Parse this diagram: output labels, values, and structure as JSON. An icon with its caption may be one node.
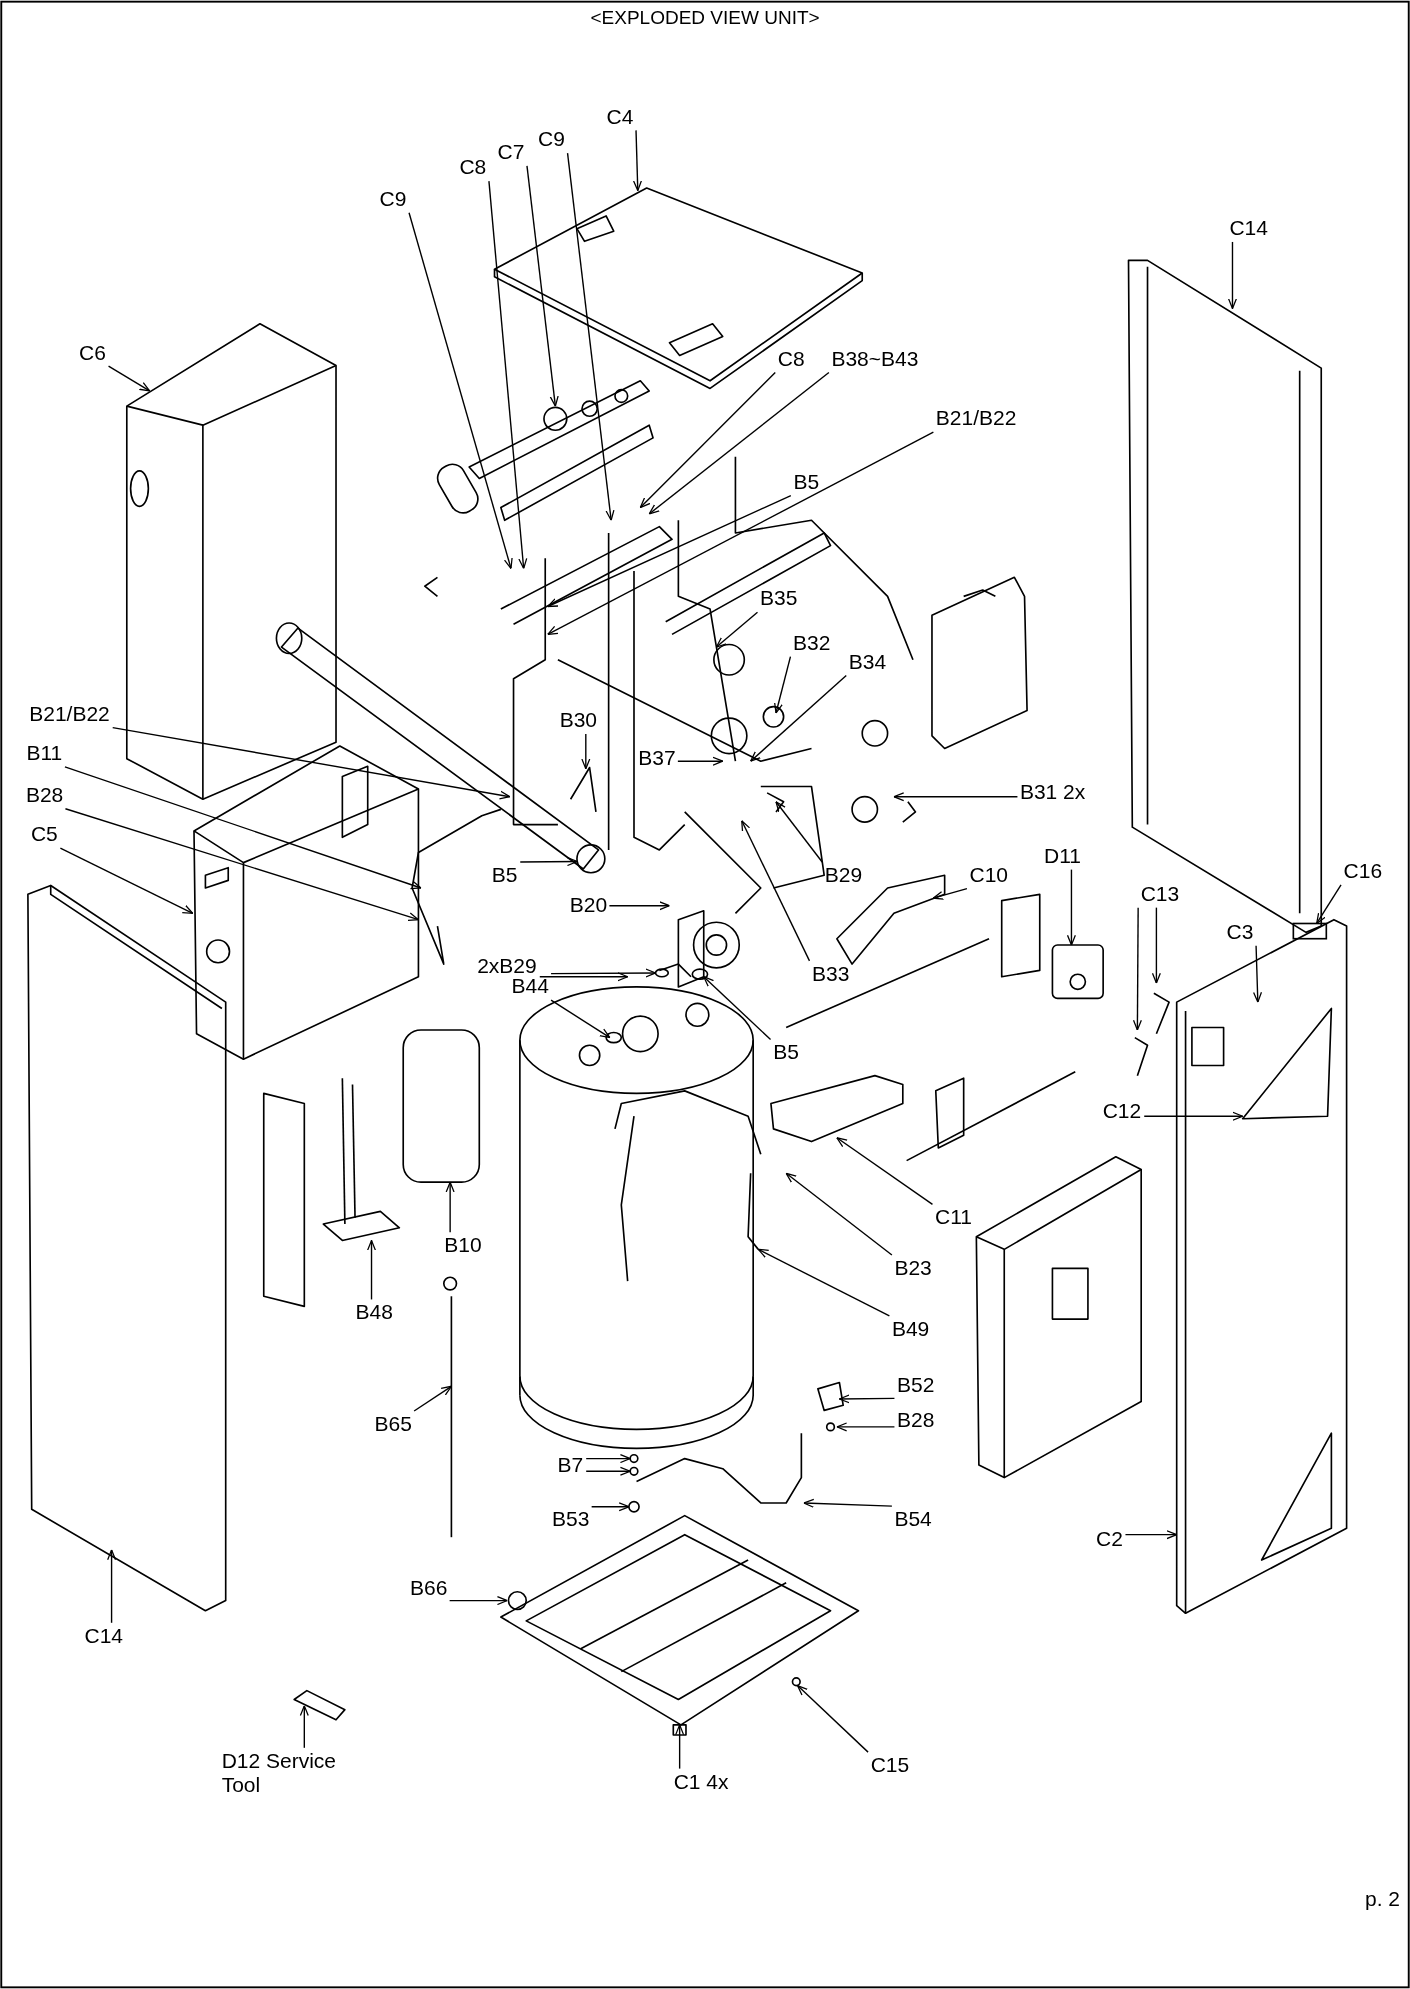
{
  "diagram": {
    "title": "<EXPLODED VIEW UNIT>",
    "nodes": [
      {
        "text": [
          "C4"
        ]
      },
      {
        "text": [
          "C9"
        ]
      },
      {
        "text": [
          "C7"
        ]
      },
      {
        "text": [
          "C8"
        ]
      },
      {
        "text": [
          "C9"
        ]
      },
      {
        "text": [
          "C8"
        ]
      },
      {
        "text": [
          "B38~B43"
        ]
      },
      {
        "text": [
          "B21/B22"
        ]
      },
      {
        "text": [
          "B5"
        ]
      },
      {
        "text": [
          "C6"
        ]
      },
      {
        "text": [
          "C14"
        ]
      },
      {
        "text": [
          "B35"
        ]
      },
      {
        "text": [
          "B32"
        ]
      },
      {
        "text": [
          "B34"
        ]
      },
      {
        "text": [
          "B30"
        ]
      },
      {
        "text": [
          "B37"
        ]
      },
      {
        "text": [
          "B21/B22"
        ]
      },
      {
        "text": [
          "B11"
        ]
      },
      {
        "text": [
          "B28"
        ]
      },
      {
        "text": [
          "C5"
        ]
      },
      {
        "text": [
          "B5"
        ]
      },
      {
        "text": [
          "B31 2x"
        ]
      },
      {
        "text": [
          "B29"
        ]
      },
      {
        "text": [
          "C10"
        ]
      },
      {
        "text": [
          "D11"
        ]
      },
      {
        "text": [
          "C16"
        ]
      },
      {
        "text": [
          "B20"
        ]
      },
      {
        "text": [
          "B33"
        ]
      },
      {
        "text": [
          "C13"
        ]
      },
      {
        "text": [
          "C3"
        ]
      },
      {
        "text": [
          "2xB29"
        ]
      },
      {
        "text": [
          "B44"
        ]
      },
      {
        "text": [
          "B5"
        ]
      },
      {
        "text": [
          "C12"
        ]
      },
      {
        "text": [
          "B10"
        ]
      },
      {
        "text": [
          "B48"
        ]
      },
      {
        "text": [
          "C11"
        ]
      },
      {
        "text": [
          "B23"
        ]
      },
      {
        "text": [
          "B49"
        ]
      },
      {
        "text": [
          "B65"
        ]
      },
      {
        "text": [
          "B52"
        ]
      },
      {
        "text": [
          "B28"
        ]
      },
      {
        "text": [
          "B7"
        ]
      },
      {
        "text": [
          "B53"
        ]
      },
      {
        "text": [
          "B54"
        ]
      },
      {
        "text": [
          "C2"
        ]
      },
      {
        "text": [
          "B66"
        ]
      },
      {
        "text": [
          "C14"
        ]
      },
      {
        "text": [
          "D12 Service Tool"
        ]
      },
      {
        "text": [
          "C1 4x"
        ]
      },
      {
        "text": [
          "C15"
        ]
      },
      {
        "text": [],
        "shape": "circle"
      },
      {
        "text": [],
        "shape": "box"
      }
    ],
    "edges": [
      {
        "from": 0,
        "to": null,
        "arrow": "to"
      },
      {
        "from": 1,
        "to": null,
        "arrow": "to"
      },
      {
        "from": 2,
        "to": null,
        "arrow": "to"
      },
      {
        "from": 3,
        "to": null,
        "arrow": "to"
      },
      {
        "from": 4,
        "to": null,
        "arrow": "to"
      },
      {
        "from": 5,
        "to": null,
        "arrow": "to"
      },
      {
        "from": 6,
        "to": null,
        "arrow": "to"
      },
      {
        "from": 7,
        "to": null,
        "arrow": "to"
      },
      {
        "from": 8,
        "to": null,
        "arrow": "to"
      },
      {
        "from": 9,
        "to": null,
        "arrow": "to"
      },
      {
        "from": 10,
        "to": null,
        "arrow": "to"
      },
      {
        "from": 11,
        "to": null,
        "arrow": "to"
      },
      {
        "from": 12,
        "to": null,
        "arrow": "to"
      },
      {
        "from": 13,
        "to": null,
        "arrow": "to"
      },
      {
        "from": 14,
        "to": null,
        "arrow": "to"
      },
      {
        "from": 15,
        "to": null,
        "arrow": "to"
      },
      {
        "from": 16,
        "to": null,
        "arrow": "to"
      },
      {
        "from": 17,
        "to": null,
        "arrow": "to"
      },
      {
        "from": 18,
        "to": null,
        "arrow": "to"
      },
      {
        "from": 19,
        "to": null,
        "arrow": "to"
      },
      {
        "from": 20,
        "to": 51,
        "arrow": "to"
      },
      {
        "from": 21,
        "to": null,
        "arrow": "to"
      },
      {
        "from": 22,
        "to": null,
        "arrow": "to"
      },
      {
        "from": 23,
        "to": null,
        "arrow": "to"
      },
      {
        "from": 24,
        "to": null,
        "arrow": "to"
      },
      {
        "from": 25,
        "to": 52,
        "arrow": "to"
      },
      {
        "from": 26,
        "to": null,
        "arrow": "to"
      },
      {
        "from": 27,
        "to": null,
        "arrow": "to"
      },
      {
        "from": 28,
        "to": null,
        "arrow": "to"
      },
      {
        "from": 28,
        "to": null,
        "arrow": "to"
      },
      {
        "from": 29,
        "to": null,
        "arrow": "to"
      },
      {
        "from": 30,
        "to": null,
        "arrow": "to"
      },
      {
        "from": 31,
        "to": null,
        "arrow": "to"
      },
      {
        "from": 31,
        "to": null,
        "arrow": "to"
      },
      {
        "from": 32,
        "to": null,
        "arrow": "to"
      },
      {
        "from": 33,
        "to": null,
        "arrow": "to"
      },
      {
        "from": 34,
        "to": null,
        "arrow": "to"
      },
      {
        "from": 35,
        "to": null,
        "arrow": "to"
      },
      {
        "from": 36,
        "to": null,
        "arrow": "to"
      },
      {
        "from": 37,
        "to": null,
        "arrow": "to"
      },
      {
        "from": 38,
        "to": null,
        "arrow": "to"
      },
      {
        "from": 39,
        "to": null,
        "arrow": "to"
      },
      {
        "from": 40,
        "to": null,
        "arrow": "to"
      },
      {
        "from": 41,
        "to": null,
        "arrow": "to"
      },
      {
        "from": 42,
        "to": null,
        "arrow": "to"
      },
      {
        "from": 42,
        "to": null,
        "arrow": "to"
      },
      {
        "from": 43,
        "to": null,
        "arrow": "to"
      },
      {
        "from": 44,
        "to": null,
        "arrow": "to"
      },
      {
        "from": 45,
        "to": null,
        "arrow": "to"
      },
      {
        "from": 46,
        "to": null,
        "arrow": "to"
      },
      {
        "from": 47,
        "to": null,
        "arrow": "to"
      },
      {
        "from": 48,
        "to": null,
        "arrow": "to"
      },
      {
        "from": 49,
        "to": null,
        "arrow": "to"
      },
      {
        "from": 50,
        "to": null,
        "arrow": "to"
      }
    ],
    "labels": [
      "p. 2"
    ]
  }
}
